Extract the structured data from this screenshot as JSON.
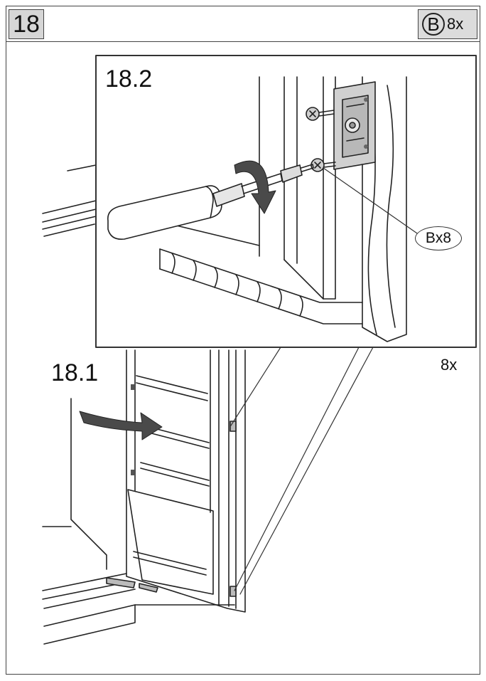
{
  "step": {
    "number": "18"
  },
  "parts": {
    "letter": "B",
    "count": "8x"
  },
  "substeps": {
    "detail": "18.2",
    "main": "18.1"
  },
  "callouts": {
    "screw": "Bx8",
    "quantity": "8x"
  },
  "icons": {
    "screwdriver": "screwdriver-icon",
    "rotate_arrow": "rotate-arrow-icon",
    "swing_arrow": "door-swing-arrow-icon"
  },
  "colors": {
    "line": "#222222",
    "frame": "#444444",
    "tag_fill": "#dcdcdc",
    "arrow": "#4a4a4a"
  }
}
